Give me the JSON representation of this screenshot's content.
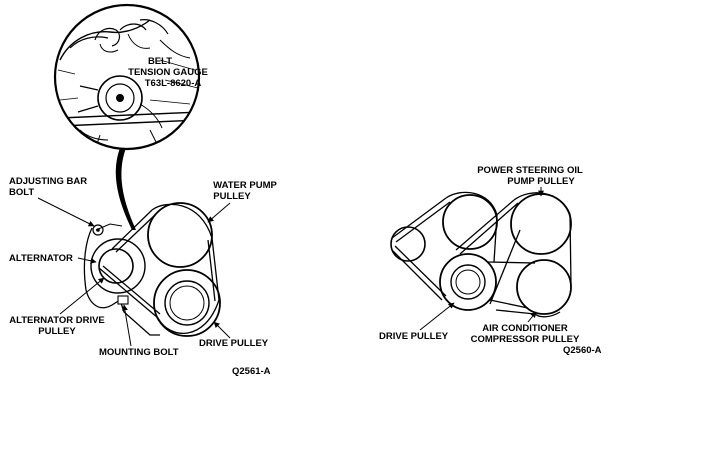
{
  "left_figure": {
    "inset_label_line1": "BELT",
    "inset_label_line2": "TENSION GAUGE",
    "inset_label_line3": "T63L-8620-A",
    "adjusting_bar_bolt_line1": "ADJUSTING BAR",
    "adjusting_bar_bolt_line2": "BOLT",
    "water_pump_line1": "WATER PUMP",
    "water_pump_line2": "PULLEY",
    "alternator": "ALTERNATOR",
    "alternator_drive_line1": "ALTERNATOR DRIVE",
    "alternator_drive_line2": "PULLEY",
    "mounting_bolt": "MOUNTING BOLT",
    "drive_pulley": "DRIVE PULLEY",
    "figure_code": "Q2561-A"
  },
  "right_figure": {
    "power_steering_line1": "POWER STEERING OIL",
    "power_steering_line2": "PUMP PULLEY",
    "drive_pulley": "DRIVE PULLEY",
    "ac_compressor_line1": "AIR CONDITIONER",
    "ac_compressor_line2": "COMPRESSOR PULLEY",
    "figure_code": "Q2560-A"
  }
}
